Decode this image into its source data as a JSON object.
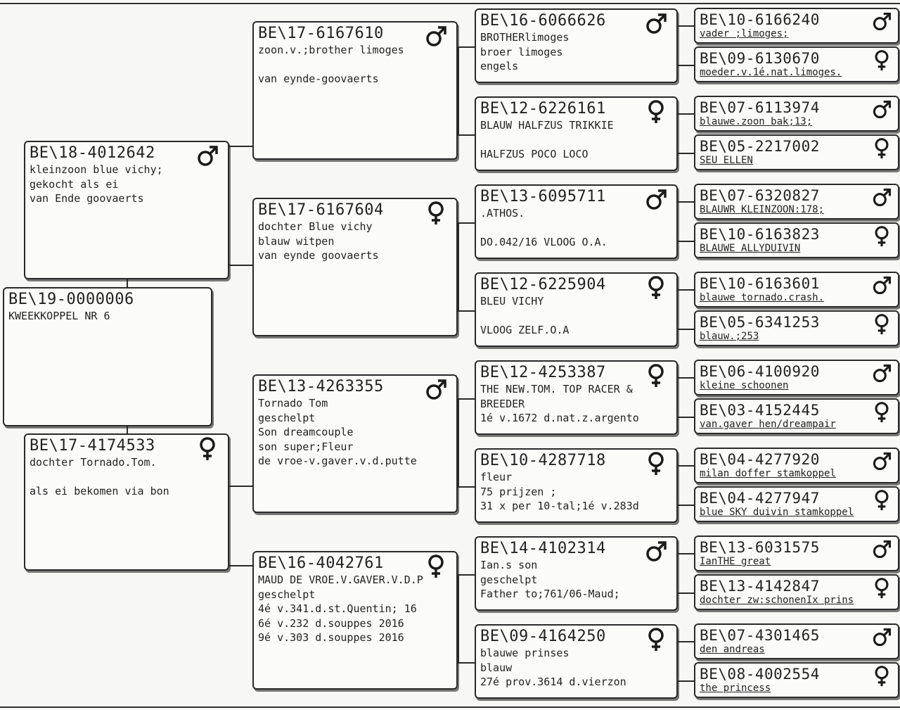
{
  "pigeon": {
    "ring": "BE\\19-0000006",
    "lines": [
      "KWEEKKOPPEL NR 6"
    ]
  },
  "parents": [
    {
      "ring": "BE\\18-4012642",
      "sex": "male",
      "lines": [
        "kleinzoon blue vichy;",
        "gekocht als ei",
        "van Ende goovaerts"
      ]
    },
    {
      "ring": "BE\\17-4174533",
      "sex": "female",
      "lines": [
        "dochter Tornado.Tom.",
        "",
        "als ei bekomen via bon"
      ]
    }
  ],
  "grandparents": [
    {
      "ring": "BE\\17-6167610",
      "sex": "male",
      "lines": [
        "zoon.v.;brother limoges",
        "",
        "van eynde-goovaerts"
      ]
    },
    {
      "ring": "BE\\17-6167604",
      "sex": "female",
      "lines": [
        "dochter Blue vichy",
        "blauw witpen",
        "van eynde goovaerts"
      ]
    },
    {
      "ring": "BE\\13-4263355",
      "sex": "male",
      "lines": [
        "Tornado Tom",
        "geschelpt",
        "Son dreamcouple",
        "son super;Fleur",
        "de vroe-v.gaver.v.d.putte"
      ]
    },
    {
      "ring": "BE\\16-4042761",
      "sex": "female",
      "lines": [
        "MAUD DE VROE.V.GAVER.V.D.P",
        "geschelpt",
        "4é v.341.d.st.Quentin; 16",
        "6é v.232 d.souppes 2016",
        "9é v.303 d.souppes 2016"
      ]
    }
  ],
  "great_grandparents": [
    {
      "ring": "BE\\16-6066626",
      "sex": "male",
      "lines": [
        "BROTHERlimoges",
        "broer limoges",
        "engels"
      ]
    },
    {
      "ring": "BE\\12-6226161",
      "sex": "female",
      "lines": [
        "BLAUW HALFZUS TRIKKIE",
        "",
        "HALFZUS POCO LOCO"
      ]
    },
    {
      "ring": "BE\\13-6095711",
      "sex": "male",
      "lines": [
        ".ATHOS.",
        "",
        "DO.042/16 VLOOG O.A."
      ]
    },
    {
      "ring": "BE\\12-6225904",
      "sex": "female",
      "lines": [
        "BLEU VICHY",
        "",
        "VLOOG ZELF.O.A"
      ]
    },
    {
      "ring": "BE\\12-4253387",
      "sex": "female",
      "lines": [
        "THE NEW.TOM. TOP RACER &",
        "BREEDER",
        "1é v.1672 d.nat.z.argento"
      ]
    },
    {
      "ring": "BE\\10-4287718",
      "sex": "female",
      "lines": [
        "fleur",
        "75 prijzen ;",
        "31 x per 10-tal;1é v.283d"
      ]
    },
    {
      "ring": "BE\\14-4102314",
      "sex": "male",
      "lines": [
        "Ian.s son",
        "geschelpt",
        "Father to;761/06-Maud;"
      ]
    },
    {
      "ring": "BE\\09-4164250",
      "sex": "female",
      "lines": [
        "blauwe prinses",
        "blauw",
        "27é prov.3614 d.vierzon"
      ]
    }
  ],
  "great_great_grandparents": [
    {
      "ring": "BE\\10-6166240",
      "sex": "male",
      "note": "vader ;limoges;"
    },
    {
      "ring": "BE\\09-6130670",
      "sex": "female",
      "note": "moeder.v.1é.nat.limoges."
    },
    {
      "ring": "BE\\07-6113974",
      "sex": "male",
      "note": "blauwe.zoon bak;13;"
    },
    {
      "ring": "BE\\05-2217002",
      "sex": "female",
      "note": "SEU ELLEN"
    },
    {
      "ring": "BE\\07-6320827",
      "sex": "male",
      "note": "BLAUWR KLEINZOON:178;"
    },
    {
      "ring": "BE\\10-6163823",
      "sex": "female",
      "note": "BLAUWE ALLYDUIVIN"
    },
    {
      "ring": "BE\\10-6163601",
      "sex": "male",
      "note": "blauwe tornado.crash."
    },
    {
      "ring": "BE\\05-6341253",
      "sex": "female",
      "note": "blauw.;253"
    },
    {
      "ring": "BE\\06-4100920",
      "sex": "male",
      "note": "kleine schoonen"
    },
    {
      "ring": "BE\\03-4152445",
      "sex": "female",
      "note": "van.gaver hen/dreampair"
    },
    {
      "ring": "BE\\04-4277920",
      "sex": "male",
      "note": "milan doffer stamkoppel"
    },
    {
      "ring": "BE\\04-4277947",
      "sex": "female",
      "note": "blue SKY duivin stamkoppel"
    },
    {
      "ring": "BE\\13-6031575",
      "sex": "male",
      "note": "IanTHE great"
    },
    {
      "ring": "BE\\13-4142847",
      "sex": "female",
      "note": "dochter zw:schonenIx prins"
    },
    {
      "ring": "BE\\07-4301465",
      "sex": "male",
      "note": "den andreas"
    },
    {
      "ring": "BE\\08-4002554",
      "sex": "female",
      "note": "the princess"
    }
  ]
}
